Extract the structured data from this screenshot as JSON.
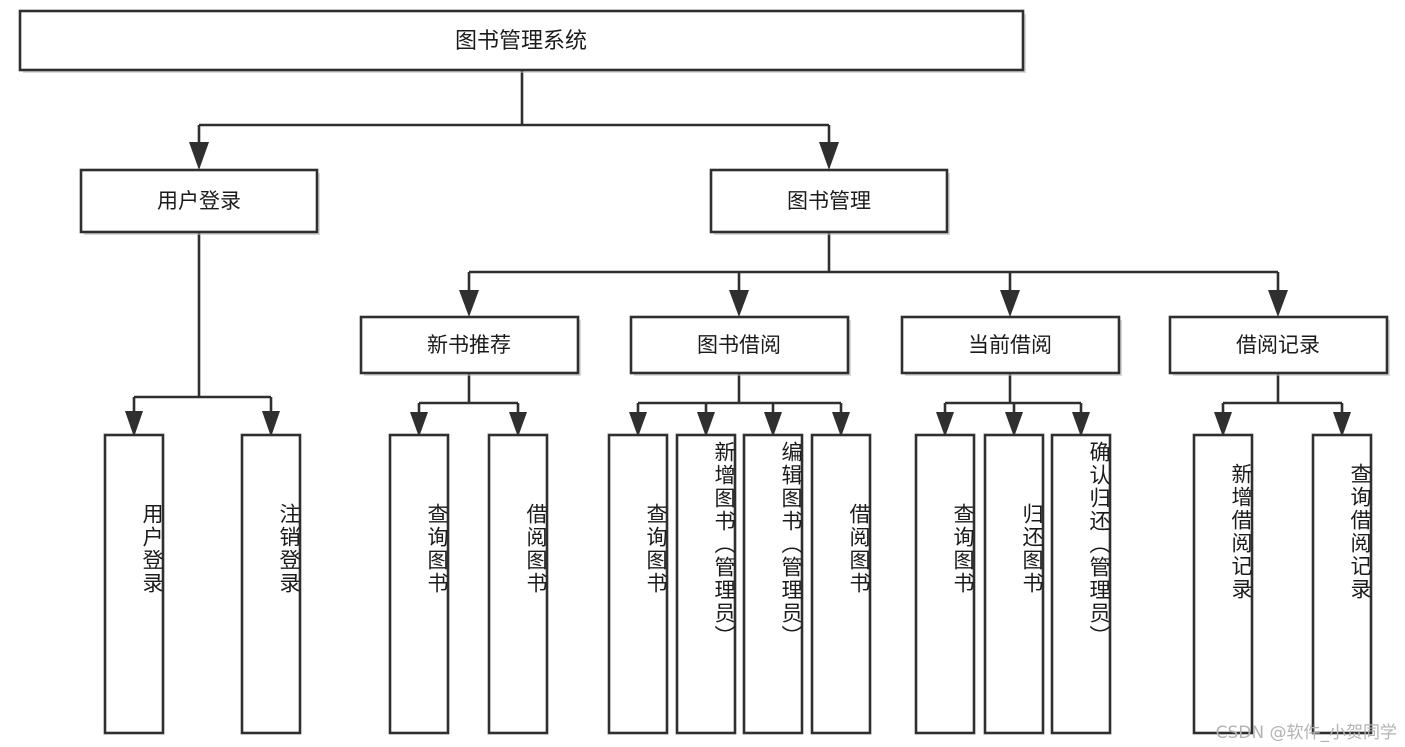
{
  "diagram": {
    "title_node": {
      "label": "图书管理系统"
    },
    "level2": [
      {
        "id": "user-login",
        "label": "用户登录"
      },
      {
        "id": "book-management",
        "label": "图书管理"
      }
    ],
    "level3": [
      {
        "id": "new-book-recommend",
        "label": "新书推荐"
      },
      {
        "id": "book-borrow",
        "label": "图书借阅"
      },
      {
        "id": "current-borrow",
        "label": "当前借阅"
      },
      {
        "id": "borrow-record",
        "label": "借阅记录"
      }
    ],
    "leaves": [
      {
        "id": "leaf-user-login",
        "label": "用户登录",
        "parent": "user-login"
      },
      {
        "id": "leaf-logout",
        "label": "注销登录",
        "parent": "user-login"
      },
      {
        "id": "leaf-query-book-1",
        "label": "查询图书",
        "parent": "new-book-recommend"
      },
      {
        "id": "leaf-borrow-book-1",
        "label": "借阅图书",
        "parent": "new-book-recommend"
      },
      {
        "id": "leaf-query-book-2",
        "label": "查询图书",
        "parent": "book-borrow"
      },
      {
        "id": "leaf-add-book",
        "label": "新增图书（管理员）",
        "parent": "book-borrow"
      },
      {
        "id": "leaf-edit-book",
        "label": "编辑图书（管理员）",
        "parent": "book-borrow"
      },
      {
        "id": "leaf-borrow-book-2",
        "label": "借阅图书",
        "parent": "book-borrow"
      },
      {
        "id": "leaf-query-book-3",
        "label": "查询图书",
        "parent": "current-borrow"
      },
      {
        "id": "leaf-return-book",
        "label": "归还图书",
        "parent": "current-borrow"
      },
      {
        "id": "leaf-confirm-return",
        "label": "确认归还（管理员）",
        "parent": "current-borrow"
      },
      {
        "id": "leaf-add-record",
        "label": "新增借阅记录",
        "parent": "borrow-record"
      },
      {
        "id": "leaf-query-record",
        "label": "查询借阅记录",
        "parent": "borrow-record"
      }
    ]
  },
  "watermark": {
    "text": "CSDN @软件_小贺同学"
  },
  "colors": {
    "stroke": "#2f2f2f",
    "box_fill": "#ffffff",
    "text": "#1b1b1b",
    "watermark": "#b3b3b3",
    "background": "#ffffff"
  }
}
